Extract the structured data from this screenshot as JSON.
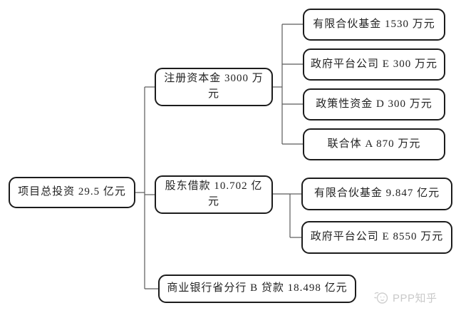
{
  "diagram": {
    "title_hint": "项目投融资结构图",
    "root": {
      "label": "项目总投资 29.5 亿元"
    },
    "level2": [
      {
        "id": "registered-capital",
        "label": "注册资本金 3000 万元"
      },
      {
        "id": "shareholder-loan",
        "label": "股东借款 10.702 亿元"
      },
      {
        "id": "bank-loan",
        "label": "商业银行省分行 B 贷款 18.498 亿元"
      }
    ],
    "capital_children": [
      {
        "label": "有限合伙基金 1530 万元"
      },
      {
        "label": "政府平台公司 E 300 万元"
      },
      {
        "label": "政策性资金 D 300 万元"
      },
      {
        "label": "联合体 A 870 万元"
      }
    ],
    "loan_children": [
      {
        "label": "有限合伙基金 9.847 亿元"
      },
      {
        "label": "政府平台公司 E 8550 万元"
      }
    ]
  },
  "watermark": {
    "label": "PPP知乎"
  },
  "colors": {
    "box_border": "#1c1c1c",
    "connector": "#5a5a5a",
    "text": "#222222",
    "watermark": "#c9c9c9",
    "background": "#ffffff"
  }
}
